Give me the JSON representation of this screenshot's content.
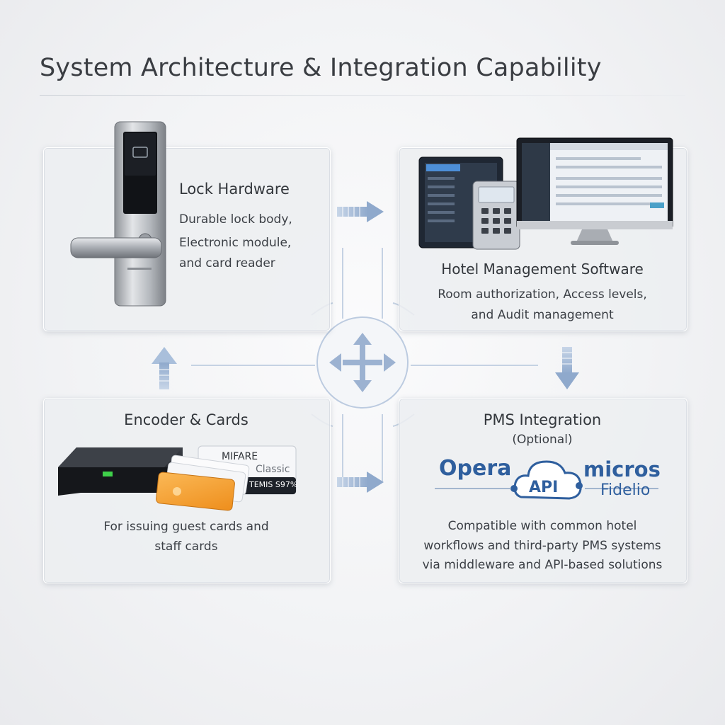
{
  "title": "System Architecture & Integration Capability",
  "colors": {
    "accent_blue": "#2f5f9e",
    "arrow_light": "#aac0dc",
    "card_orange": "#f5a234",
    "led_green": "#3fd14a"
  },
  "panels": {
    "lock": {
      "heading": "Lock Hardware",
      "lines": [
        "Durable lock body,",
        "Electronic module,",
        "and card reader"
      ]
    },
    "software": {
      "heading": "Hotel Management Software",
      "lines": [
        "Room authorization, Access levels,",
        "and Audit management"
      ]
    },
    "encoder": {
      "heading": "Encoder & Cards",
      "card_brand": "MIFARE",
      "card_type": "Classic",
      "card_model": "TEMIS S97%",
      "lines": [
        "For issuing guest cards and",
        "staff cards"
      ]
    },
    "pms": {
      "heading": "PMS Integration",
      "subheading": "(Optional)",
      "logo_opera": "Opera",
      "logo_api": "API",
      "logo_micros": "micros",
      "logo_fidelio": "Fidelio",
      "lines": [
        "Compatible with common hotel",
        "workflows and third-party PMS systems",
        "via middleware and API-based solutions"
      ]
    }
  },
  "icons": {
    "center_hub": "four-way-arrows-icon",
    "lock_to_software": "arrow-right-icon",
    "software_to_pms": "arrow-down-icon",
    "encoder_to_pms": "arrow-right-icon",
    "encoder_to_lock": "arrow-up-icon"
  }
}
